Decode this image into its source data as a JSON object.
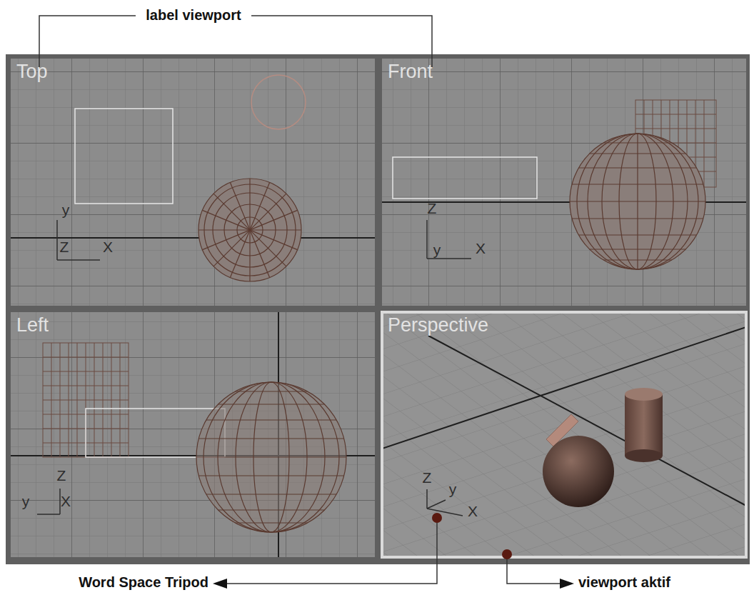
{
  "diagram": {
    "nodes": [
      {
        "text": [
          "Top"
        ]
      },
      {
        "text": [
          "Front"
        ]
      },
      {
        "text": [
          "Left"
        ]
      },
      {
        "text": [
          "Perspective"
        ]
      }
    ],
    "labels": [
      "label viewport",
      "y",
      "Z",
      "X",
      "Z",
      "y",
      "X",
      "Z",
      "y",
      "X",
      "Z",
      "y",
      "X",
      "Word Space Tripod",
      "viewport aktif"
    ]
  }
}
